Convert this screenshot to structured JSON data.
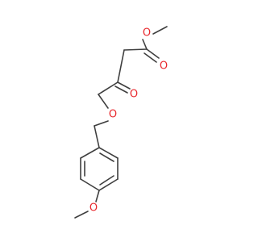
{
  "colors": {
    "bond": "#3f3f3f",
    "oxygen": "#e8272c",
    "background": "#ffffff"
  },
  "atoms": [
    {
      "id": "o_ester",
      "label": "O"
    },
    {
      "id": "o_carbonyl_ester",
      "label": "O"
    },
    {
      "id": "o_ketone",
      "label": "O"
    },
    {
      "id": "o_ether",
      "label": "O"
    },
    {
      "id": "o_methoxy",
      "label": "O"
    }
  ]
}
